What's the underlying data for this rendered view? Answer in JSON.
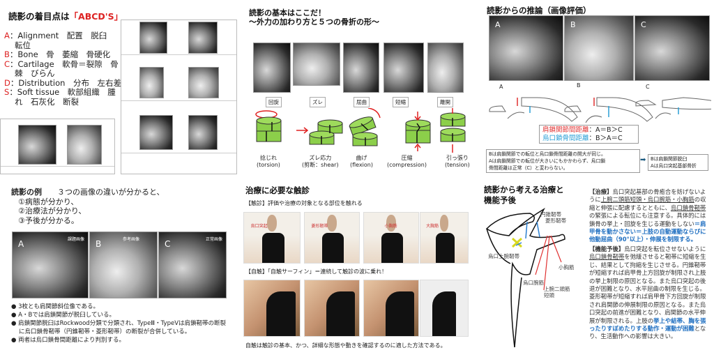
{
  "panel1": {
    "title": "読影の着目点は",
    "title_accent": "「ABCD'S」",
    "items": [
      {
        "key": "A",
        "label": "：Alignment　配置　脱臼",
        "cont": "転位"
      },
      {
        "key": "B",
        "label": "：Bone　骨　萎縮　骨硬化",
        "cont": ""
      },
      {
        "key": "C",
        "label": "：Cartilage　軟骨＝裂隙　骨",
        "cont": "棘　びらん"
      },
      {
        "key": "D",
        "label": "：Distribution　分布　左右差",
        "cont": ""
      },
      {
        "key": "S",
        "label": "：Soft tissue　軟部組織　腫",
        "cont": "れ　石灰化　断裂"
      }
    ]
  },
  "panel2": {
    "title_line1": "読影の基本はここだ！",
    "title_line2": "〜外力の加わり方と５つの骨折の形〜",
    "types": [
      {
        "label": "回旋",
        "caption": "捻じれ",
        "sub": "(torsion)"
      },
      {
        "label": "ズレ",
        "caption": "ズレ応力",
        "sub": "(剪断：shear)"
      },
      {
        "label": "屈曲",
        "caption": "曲げ",
        "sub": "(flexion)"
      },
      {
        "label": "短縮",
        "caption": "圧縮",
        "sub": "(compression)"
      },
      {
        "label": "離開",
        "caption": "引っ張り",
        "sub": "(tension)"
      }
    ],
    "colors": {
      "cylinder": "#8ccf4a",
      "arrow": "#e02020"
    }
  },
  "panel3": {
    "title": "読影からの推論（画像評価）",
    "images": [
      "A",
      "B",
      "C"
    ],
    "diagram_labels": [
      "A",
      "B",
      "C"
    ],
    "legend": [
      {
        "name": "肩鎖関節間距離",
        "value": "：A＝B＞C",
        "color": "#e03030"
      },
      {
        "name": "烏口鎖骨間距離",
        "value": "：B＞A＝C",
        "color": "#2a9fd6"
      }
    ],
    "note": [
      "Bは肩鎖関節での転位と烏口鎖骨間距離の開大が同じ。",
      "Aは肩鎖関節での転位が大きいにもかかわらず、烏口鎖",
      "骨間距離は正常（C）と変わらない。"
    ],
    "conclusion": [
      "Bは肩鎖関節脱臼",
      "Aは烏口突起基部骨折"
    ]
  },
  "panel4": {
    "title": "読影の例",
    "intro": "３つの画像の違いが分かると、",
    "points": [
      "①病態が分かり、",
      "②治療法が分かり、",
      "③予後が分かる。"
    ],
    "images": [
      {
        "letter": "A",
        "tag": "課題画像"
      },
      {
        "letter": "B",
        "tag": "参考画像"
      },
      {
        "letter": "C",
        "tag": "正常画像"
      }
    ],
    "bullets": [
      "3枚とも肩関節斜位像である。",
      "A・Bでは肩鎖関節が脱臼している。",
      "肩鎖関節脱臼はRockwood分類で分類され、TypeⅢ・TypeⅤは肩鎖靭帯の断裂に烏口鎖骨靭帯（円錐靭帯・菱形靭帯）の断裂が合併している。",
      "両者は烏口鎖骨間距離により判別する。"
    ]
  },
  "panel5": {
    "title": "治療に必要な触診",
    "sub1": "【触診】評価や治療の対象となる部位を触れる",
    "photo_labels": [
      "烏口突起",
      "菱形靭帯",
      "小胸筋",
      "大胸筋"
    ],
    "sub2": "【自触】「自触サーフィン」＝連続して触診の波に乗れ！",
    "caption": "自触は触診の基本、かつ、詳細な形態や動きを確認するのに適した方法である。"
  },
  "panel6": {
    "title_line1": "読影から考える治療と",
    "title_line2": "機能予後",
    "diagram_labels": {
      "ligaments": [
        "円錐靭帯",
        "菱形靭帯"
      ],
      "coracoacromial": "烏口上腕靭帯",
      "pec_minor": "小胸筋",
      "coracobrachialis": "烏口腕筋",
      "biceps": [
        "上腕二頭筋",
        "短頭"
      ]
    },
    "treatment": [
      {
        "t": "【治療】",
        "s": "bk"
      },
      {
        "t": "烏口突起基部の骨癒合を妨げないように",
        "s": ""
      },
      {
        "t": "上腕二頭筋短頭・烏口腕筋・小胸筋",
        "s": "u"
      },
      {
        "t": "の収縮と伸張に配慮するとともに、",
        "s": ""
      },
      {
        "t": "烏口鎖骨靭帯",
        "s": "u"
      },
      {
        "t": "の緊張による転位にも注意する。具体的には鎖骨の挙上・回旋を生じる運動をしない",
        "s": ""
      },
      {
        "t": "＝肩甲骨を動かさない＝上肢の自動運動ならびに他動屈曲（90°以上）・伸展を制限する。",
        "s": "bl"
      }
    ],
    "prognosis": [
      {
        "t": "【機能予後】",
        "s": "bk"
      },
      {
        "t": "烏口突起を転位させないように",
        "s": ""
      },
      {
        "t": "烏口鎖骨靭帯",
        "s": "u"
      },
      {
        "t": "を弛緩させると靭帯に短縮を生じ、結果として拘縮を生じさせる。円錐靭帯が短縮すれば肩甲骨上方回旋が制限され上肢の挙上制限の原因となる。また烏口突起の後退が困難となり、水平屈曲の制限を生じる。菱形靭帯が短縮すれば肩甲骨下方回旋が制限され肩関節の伸展制限の原因となる。また烏口突起の前進が困難となり、肩関節の水平伸展が制限される。",
        "s": ""
      },
      {
        "t": "上肢の",
        "s": ""
      },
      {
        "t": "挙上や結帯、胸を張ったりすぼめたりする動作・運動が困難",
        "s": "bl"
      },
      {
        "t": "となり、生活動作への影響は大きい。",
        "s": ""
      }
    ]
  }
}
